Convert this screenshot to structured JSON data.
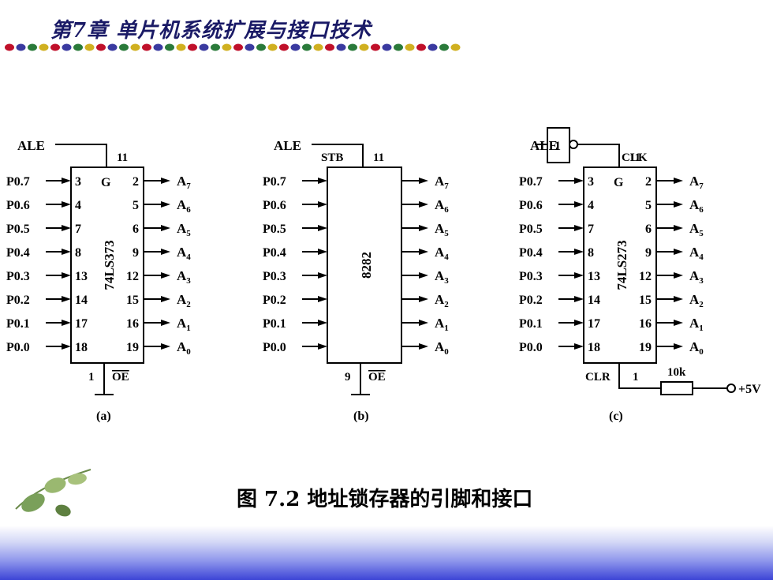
{
  "header": {
    "title": "第7章 单片机系统扩展与接口技术",
    "dot_colors": [
      "#c0102a",
      "#3a3aa0",
      "#2a7a3a",
      "#d0b020"
    ]
  },
  "diagrams": {
    "a": {
      "label": "(a)",
      "chip": "74LS373",
      "top_input": "ALE",
      "top_pin": "11",
      "gate_label": "G",
      "bottom_pin": "1",
      "bottom_label": "OE",
      "inputs": [
        "P0.7",
        "P0.6",
        "P0.5",
        "P0.4",
        "P0.3",
        "P0.2",
        "P0.1",
        "P0.0"
      ],
      "in_pins": [
        "3",
        "4",
        "7",
        "8",
        "13",
        "14",
        "17",
        "18"
      ],
      "out_pins": [
        "2",
        "5",
        "6",
        "9",
        "12",
        "15",
        "16",
        "19"
      ],
      "outputs": [
        "A7",
        "A6",
        "A5",
        "A4",
        "A3",
        "A2",
        "A1",
        "A0"
      ]
    },
    "b": {
      "label": "(b)",
      "chip": "8282",
      "top_input": "ALE",
      "top_label": "STB",
      "top_pin": "11",
      "bottom_pin": "9",
      "bottom_label": "OE",
      "inputs": [
        "P0.7",
        "P0.6",
        "P0.5",
        "P0.4",
        "P0.3",
        "P0.2",
        "P0.1",
        "P0.0"
      ],
      "outputs": [
        "A7",
        "A6",
        "A5",
        "A4",
        "A3",
        "A2",
        "A1",
        "A0"
      ]
    },
    "c": {
      "label": "(c)",
      "chip": "74LS273",
      "top_input": "ALE",
      "inverter_label": "1",
      "top_pin": "11",
      "clk_label": "CLK",
      "gate_label": "G",
      "clr_label": "CLR",
      "bottom_pin": "1",
      "resistor_label": "10k",
      "supply_label": "+5V",
      "inputs": [
        "P0.7",
        "P0.6",
        "P0.5",
        "P0.4",
        "P0.3",
        "P0.2",
        "P0.1",
        "P0.0"
      ],
      "in_pins": [
        "3",
        "4",
        "7",
        "8",
        "13",
        "14",
        "17",
        "18"
      ],
      "out_pins": [
        "2",
        "5",
        "6",
        "9",
        "12",
        "15",
        "16",
        "19"
      ],
      "outputs": [
        "A7",
        "A6",
        "A5",
        "A4",
        "A3",
        "A2",
        "A1",
        "A0"
      ]
    }
  },
  "caption": "图 7.2 地址锁存器的引脚和接口"
}
